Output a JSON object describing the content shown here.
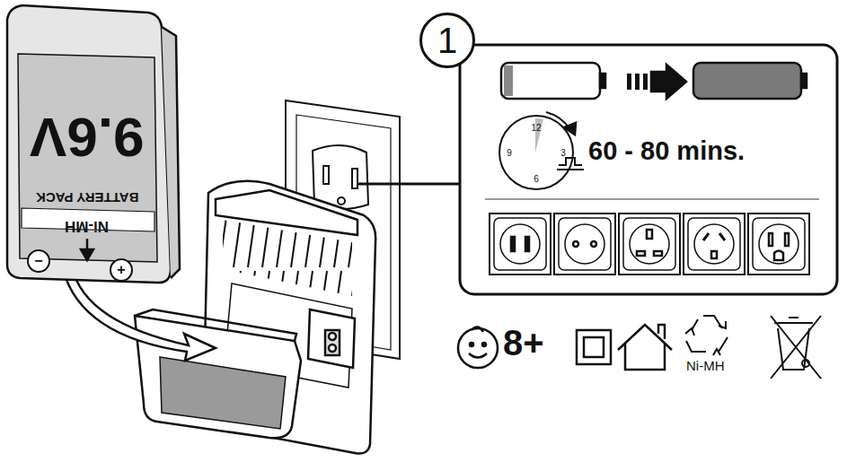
{
  "diagram": {
    "nodes": [
      {
        "text": [
          "9.6V",
          "BATTERY PACK",
          "Ni-MH",
          "−",
          "+"
        ]
      },
      {
        "text": [
          "1"
        ]
      },
      {
        "text": [
          "60 - 80 mins."
        ]
      },
      {
        "text": [
          "12",
          "3",
          "6",
          "9"
        ],
        "in": 2
      }
    ],
    "labels": [
      "8+",
      "Ni-MH"
    ]
  }
}
